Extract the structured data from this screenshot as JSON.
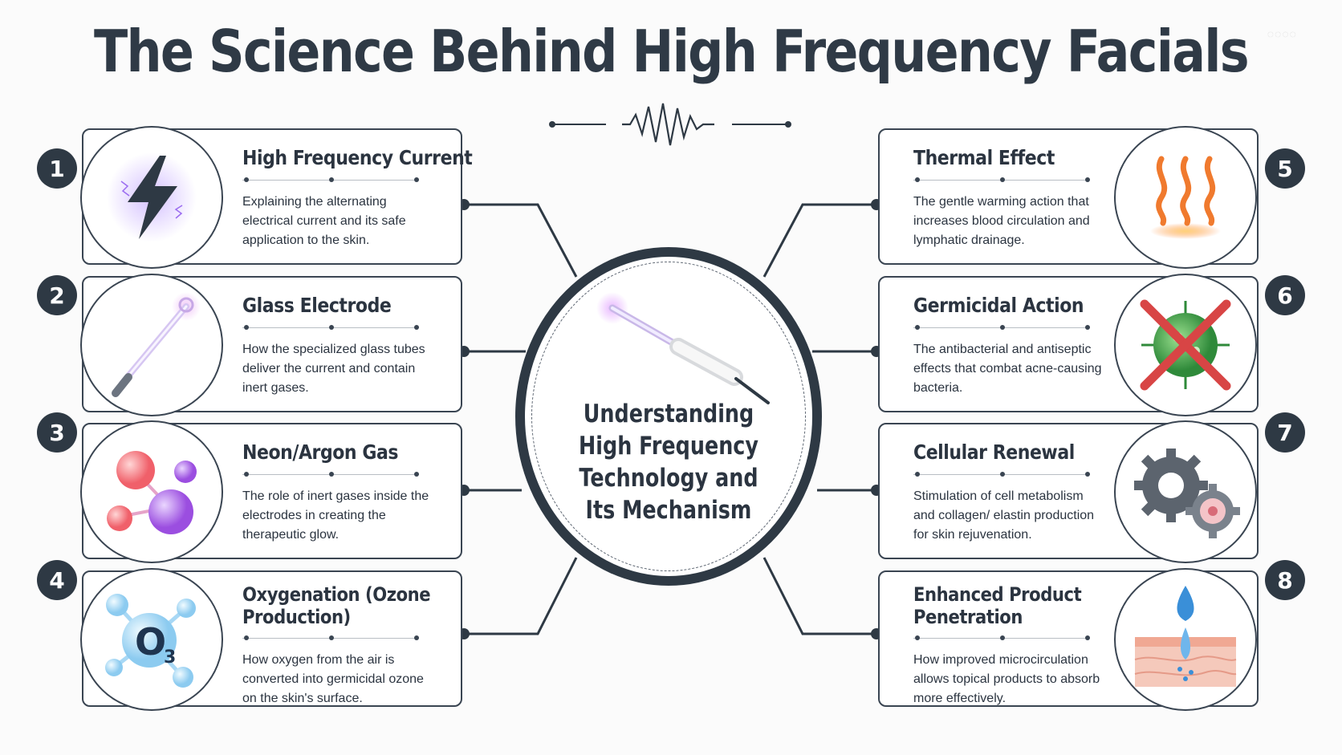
{
  "title": "The Science Behind High Frequency Facials",
  "center": {
    "text": "Understanding High Frequency Technology and Its Mechanism"
  },
  "colors": {
    "dark": "#2e3944",
    "accent_purple": "#9b6cf0",
    "accent_orange": "#f07a2e",
    "accent_green": "#3fa04a",
    "accent_red": "#d84545",
    "accent_blue": "#5aa8e0"
  },
  "items": [
    {
      "number": "1",
      "title": "High Frequency Current",
      "description": "Explaining the alternating electrical current and its safe application to the skin.",
      "icon": "lightning-icon"
    },
    {
      "number": "2",
      "title": "Glass Electrode",
      "description": "How the specialized glass tubes deliver the current and contain inert gases.",
      "icon": "glass-electrode-icon"
    },
    {
      "number": "3",
      "title": "Neon/Argon Gas",
      "description": "The role of inert gases inside the electrodes in creating the therapeutic glow.",
      "icon": "gas-molecules-icon"
    },
    {
      "number": "4",
      "title": "Oxygenation (Ozone Production)",
      "description": "How oxygen from the air is converted into germicidal ozone on the skin's surface.",
      "icon": "ozone-molecule-icon"
    },
    {
      "number": "5",
      "title": "Thermal Effect",
      "description": "The gentle warming action that increases blood circulation and lymphatic drainage.",
      "icon": "heat-waves-icon"
    },
    {
      "number": "6",
      "title": "Germicidal Action",
      "description": "The antibacterial and antiseptic effects that combat acne-causing bacteria.",
      "icon": "crossed-bacteria-icon"
    },
    {
      "number": "7",
      "title": "Cellular Renewal",
      "description": "Stimulation of cell metabolism and collagen/ elastin production for skin rejuvenation.",
      "icon": "gears-icon"
    },
    {
      "number": "8",
      "title": "Enhanced Product Penetration",
      "description": "How improved microcirculation allows topical products to absorb more effectively.",
      "icon": "skin-droplet-icon"
    }
  ]
}
